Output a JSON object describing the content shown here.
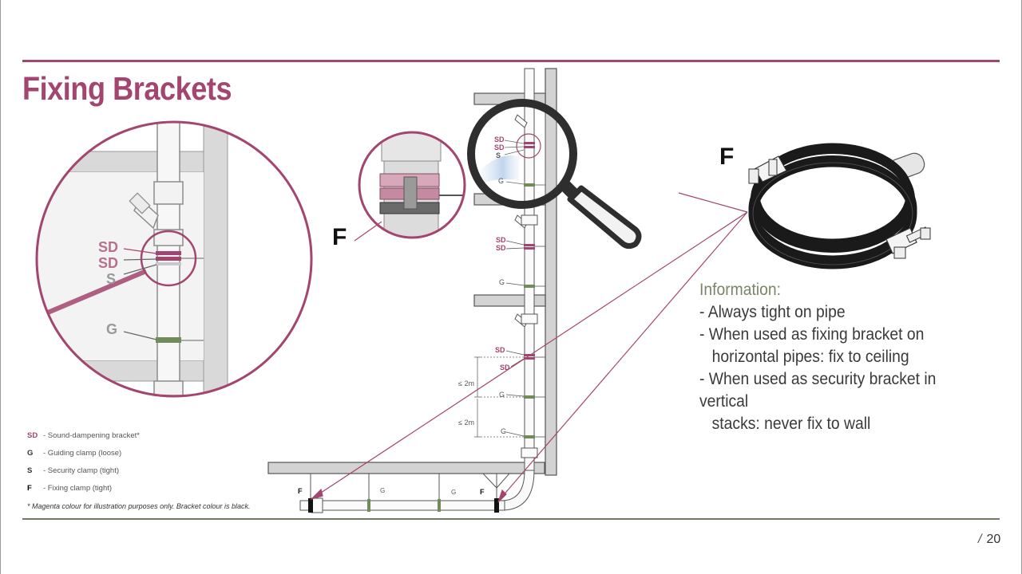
{
  "slide": {
    "title": "Fixing Brackets",
    "page_number": "20",
    "page_separator": "/"
  },
  "colors": {
    "accent": "#a3456e",
    "footer_rule": "#6f7a63",
    "info_heading": "#7a8567",
    "guide_clamp": "#6f8c5a"
  },
  "information": {
    "heading": "Information:",
    "lines": [
      "- Always tight on pipe",
      "- When used as fixing bracket on",
      "horizontal pipes: fix to ceiling",
      "- When used as security bracket in vertical",
      "stacks: never fix to wall"
    ]
  },
  "legend": {
    "items": [
      {
        "code": "SD",
        "text": "- Sound-dampening bracket*"
      },
      {
        "code": "G",
        "text": "- Guiding clamp (loose)"
      },
      {
        "code": "S",
        "text": "- Security clamp (tight)"
      },
      {
        "code": "F",
        "text": "- Fixing clamp (tight)"
      }
    ],
    "note": "* Magenta colour for illustration purposes only. Bracket colour is black."
  },
  "callouts": {
    "bracket_photo": "F",
    "zoom_inset": "F"
  },
  "detail_circle_labels": {
    "sd1": "SD",
    "sd2": "SD",
    "s": "S",
    "g": "G"
  },
  "diagram_labels": {
    "mag_sd1": "SD",
    "mag_sd2": "SD",
    "mag_s": "S",
    "mag_g": "G",
    "sd_a1": "SD",
    "sd_a2": "SD",
    "g_a": "G",
    "sd_b1": "SD",
    "sd_b2": "SD",
    "g_b": "G",
    "g_c": "G",
    "dist1": "≤ 2m",
    "dist2": "≤ 2m",
    "f_left": "F",
    "g_h1": "G",
    "g_h2": "G",
    "f_right": "F"
  }
}
